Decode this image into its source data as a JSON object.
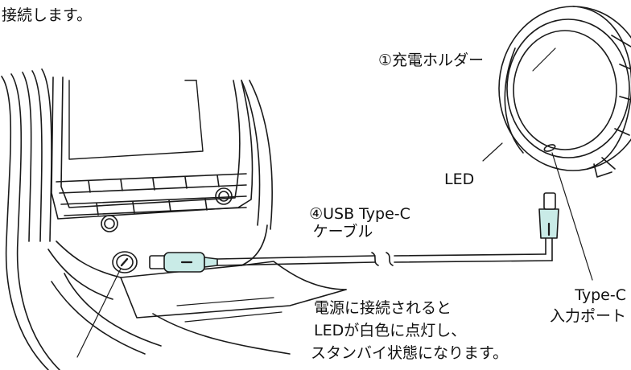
{
  "intro_text": "接続します。",
  "labels": {
    "charging_holder": "①充電ホルダー",
    "led": "LED",
    "cable_line1": "④USB Type-C",
    "cable_line2": "ケーブル",
    "port_line1": "Type-C",
    "port_line2": "入力ポート",
    "note_line1": "電源に接続されると",
    "note_line2": "LEDが白色に点灯し、",
    "note_line3": "スタンバイ状態になります。"
  },
  "colors": {
    "line": "#1a1a1a",
    "cable_fill": "#c9ebe7",
    "background": "#ffffff"
  }
}
